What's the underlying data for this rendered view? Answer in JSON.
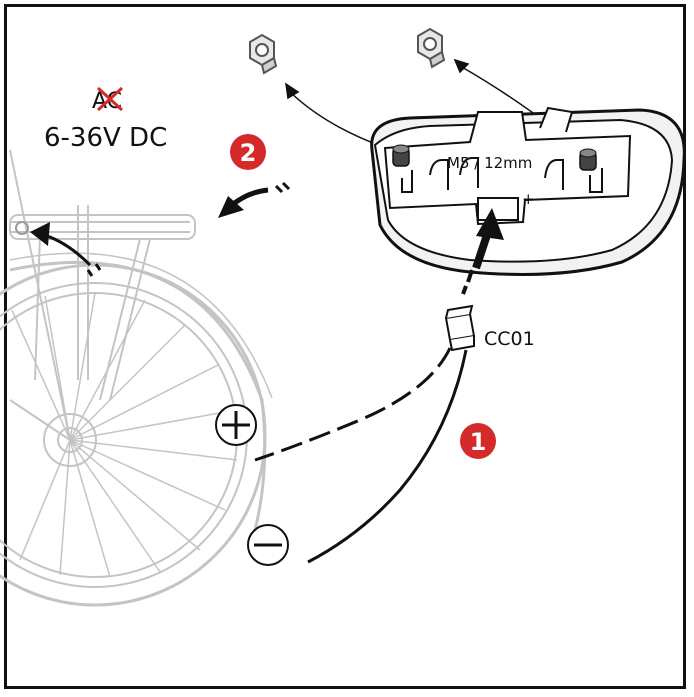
{
  "power": {
    "ac_label": "AC",
    "voltage_label": "6-36V DC"
  },
  "lamp": {
    "screw_spec": "M5 / 12mm",
    "plus_mark": "+"
  },
  "connector": {
    "name": "CC01"
  },
  "steps": {
    "one": "1",
    "two": "2"
  },
  "polarity": {
    "positive": "+",
    "negative": "−"
  },
  "colors": {
    "step_badge": "#d42a2a",
    "ink": "#111111",
    "bike_line": "#c4c4c4",
    "cross_out": "#d42a2a"
  }
}
